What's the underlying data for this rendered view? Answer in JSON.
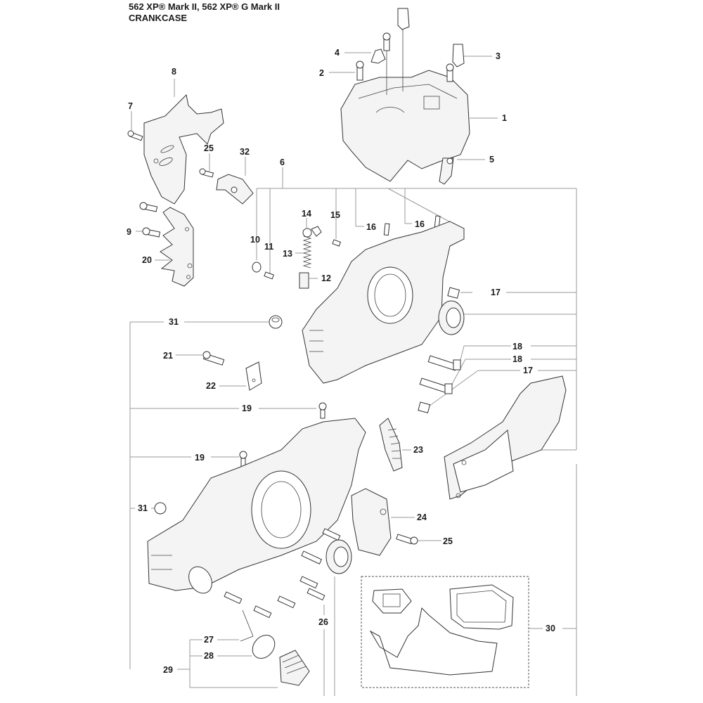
{
  "header": {
    "model_line": "562 XP® Mark II, 562 XP® G Mark II",
    "section": "CRANKCASE"
  },
  "callouts": [
    {
      "id": "c1",
      "label": "1"
    },
    {
      "id": "c2",
      "label": "2"
    },
    {
      "id": "c3",
      "label": "3"
    },
    {
      "id": "c4",
      "label": "4"
    },
    {
      "id": "c5",
      "label": "5"
    },
    {
      "id": "c6",
      "label": "6"
    },
    {
      "id": "c7",
      "label": "7"
    },
    {
      "id": "c8",
      "label": "8"
    },
    {
      "id": "c9",
      "label": "9"
    },
    {
      "id": "c10",
      "label": "10"
    },
    {
      "id": "c11",
      "label": "11"
    },
    {
      "id": "c12",
      "label": "12"
    },
    {
      "id": "c13",
      "label": "13"
    },
    {
      "id": "c14",
      "label": "14"
    },
    {
      "id": "c15",
      "label": "15"
    },
    {
      "id": "c16a",
      "label": "16"
    },
    {
      "id": "c16b",
      "label": "16"
    },
    {
      "id": "c17a",
      "label": "17"
    },
    {
      "id": "c17b",
      "label": "17"
    },
    {
      "id": "c18a",
      "label": "18"
    },
    {
      "id": "c18b",
      "label": "18"
    },
    {
      "id": "c19a",
      "label": "19"
    },
    {
      "id": "c19b",
      "label": "19"
    },
    {
      "id": "c20",
      "label": "20"
    },
    {
      "id": "c21",
      "label": "21"
    },
    {
      "id": "c22",
      "label": "22"
    },
    {
      "id": "c23",
      "label": "23"
    },
    {
      "id": "c24",
      "label": "24"
    },
    {
      "id": "c25a",
      "label": "25"
    },
    {
      "id": "c25b",
      "label": "25"
    },
    {
      "id": "c26",
      "label": "26"
    },
    {
      "id": "c27",
      "label": "27"
    },
    {
      "id": "c28",
      "label": "28"
    },
    {
      "id": "c29",
      "label": "29"
    },
    {
      "id": "c30",
      "label": "30"
    },
    {
      "id": "c31a",
      "label": "31"
    },
    {
      "id": "c31b",
      "label": "31"
    },
    {
      "id": "c32",
      "label": "32"
    }
  ]
}
